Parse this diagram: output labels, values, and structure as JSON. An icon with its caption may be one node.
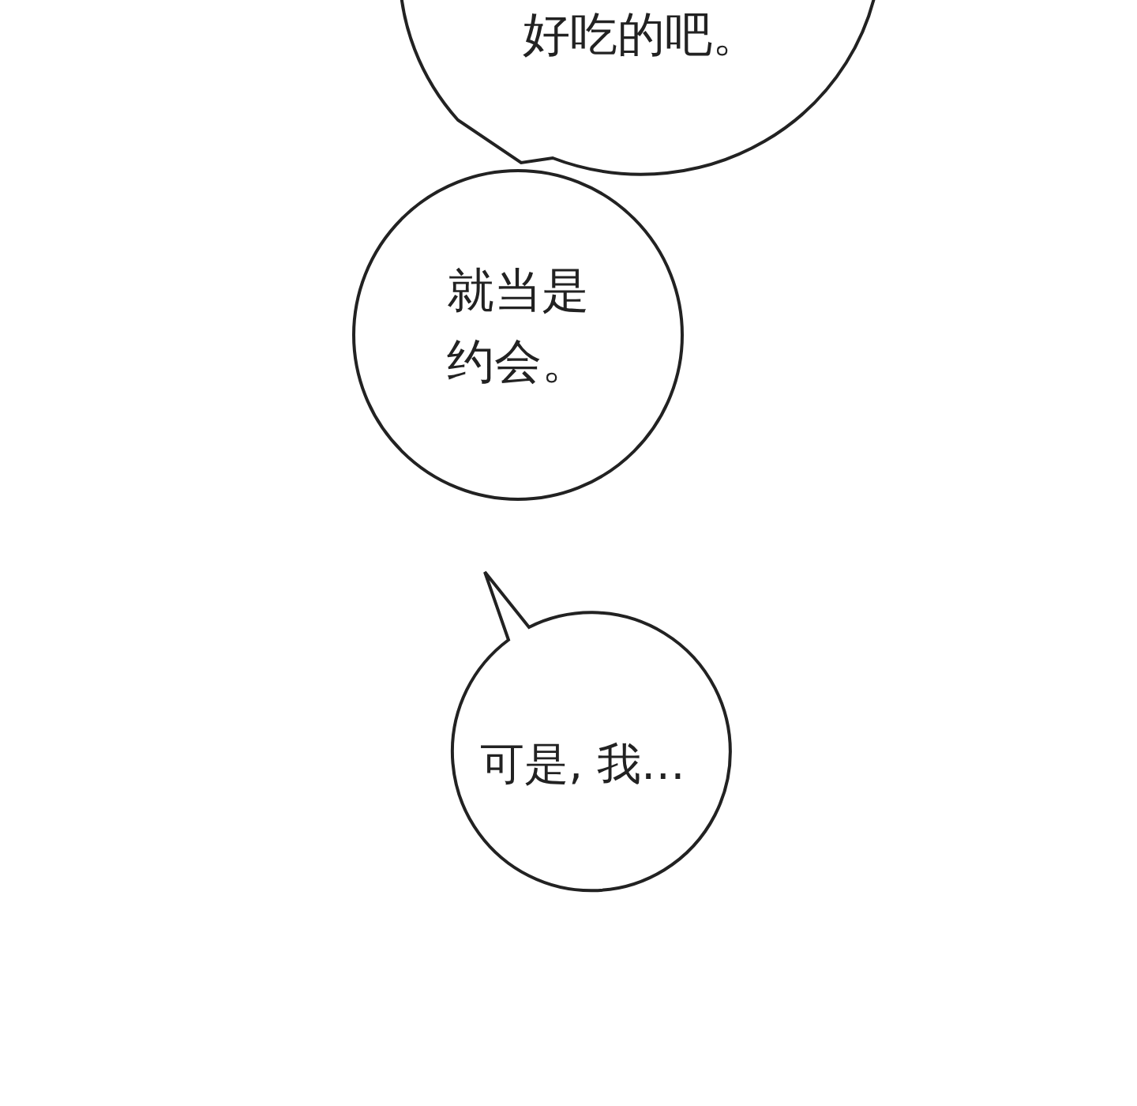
{
  "diagram": {
    "nodes": [
      {
        "text": [
          "好吃的吧。"
        ]
      },
      {
        "text": [
          "就当是约会。"
        ]
      },
      {
        "text": [
          "可是, 我…"
        ]
      }
    ]
  }
}
